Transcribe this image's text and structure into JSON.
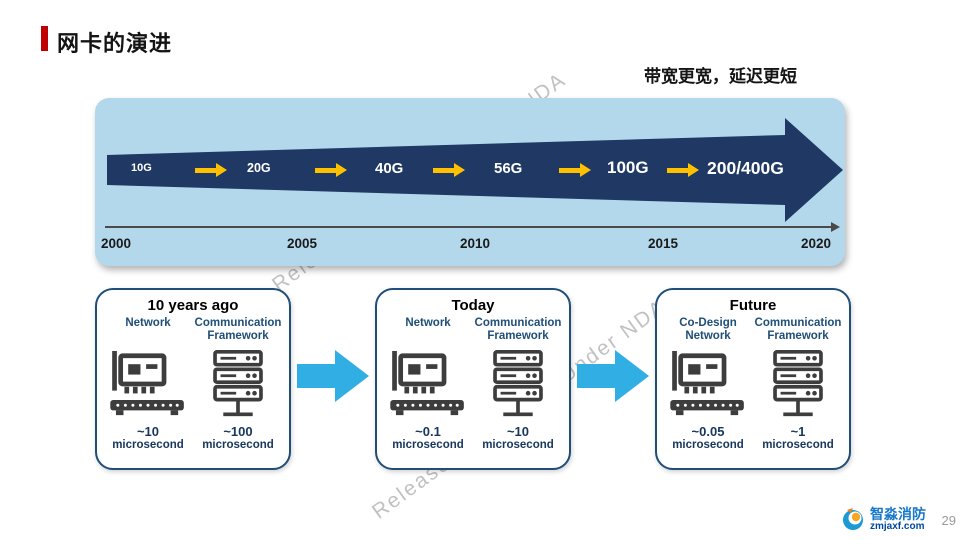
{
  "slide": {
    "title": "网卡的演进",
    "subtitle": "带宽更宽，延迟更短",
    "watermark": "Released to Huawei Under NDA",
    "page_number": "29"
  },
  "timeline": {
    "speeds": [
      "10G",
      "20G",
      "40G",
      "56G",
      "100G",
      "200/400G"
    ],
    "years": [
      "2000",
      "2005",
      "2010",
      "2015",
      "2020"
    ]
  },
  "boxes": [
    {
      "title": "10 years ago",
      "left_label": "Network",
      "right_label": "Communication Framework",
      "left_value": "~10",
      "right_value": "~100",
      "unit": "microsecond"
    },
    {
      "title": "Today",
      "left_label": "Network",
      "right_label": "Communication Framework",
      "left_value": "~0.1",
      "right_value": "~10",
      "unit": "microsecond"
    },
    {
      "title": "Future",
      "left_label": "Co-Design Network",
      "right_label": "Communication Framework",
      "left_value": "~0.05",
      "right_value": "~1",
      "unit": "microsecond"
    }
  ],
  "logo": {
    "name": "智淼消防",
    "domain": "zmjaxf.com"
  },
  "colors": {
    "accent_red": "#C00000",
    "band_blue": "#B3D8EB",
    "arrow_navy": "#1F3864",
    "marker_yellow": "#FFC000",
    "cyan_arrow": "#31AFE4",
    "navy_text": "#1F4E79"
  }
}
